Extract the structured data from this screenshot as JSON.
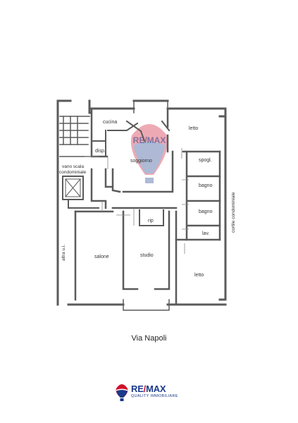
{
  "rooms": {
    "cucina": "cucina",
    "disp": "disp.",
    "letto_top": "letto",
    "soggiorno": "soggiorno",
    "spogl": "spogl.",
    "bagno1": "bagno",
    "bagno2": "bagno",
    "lav": "lav.",
    "rip": "rip",
    "salone": "salone",
    "studio": "studio",
    "letto_bottom": "letto"
  },
  "side_labels": {
    "vano_scala_1": "vano scala",
    "vano_scala_2": "condominiale",
    "cortile": "cortile condominiale",
    "altra": "altra u.i."
  },
  "watermark": "RE/MAX",
  "caption": "Via Napoli",
  "logo": {
    "brand_a": "RE",
    "brand_b": "MAX",
    "subtitle": "QUALITY IMMOBILIARE"
  },
  "colors": {
    "wall": "#5a5a5a",
    "brand_blue": "#1a3a8a",
    "brand_red": "#d0102a"
  }
}
